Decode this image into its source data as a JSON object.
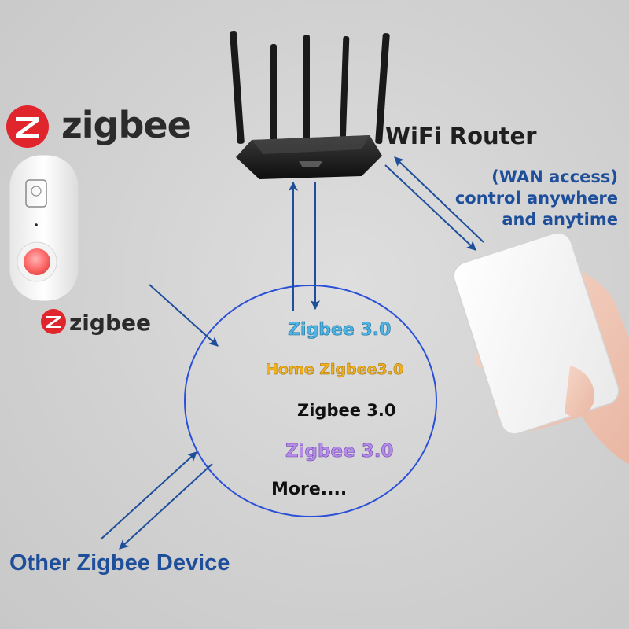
{
  "brand": {
    "logo_text": "zigbee",
    "logo_color": "#e0262c"
  },
  "router": {
    "label": "WiFi Router"
  },
  "wan": {
    "line1": "(WAN access)",
    "line2": "control anywhere",
    "line3": "and anytime"
  },
  "protocols": [
    {
      "label": "Zigbee 3.0",
      "color": "#4fb3e3"
    },
    {
      "label": "Home Zigbee3.0",
      "color": "#f0b11d"
    },
    {
      "label": "Zigbee 3.0",
      "color": "#111111"
    },
    {
      "label": "Zigbee 3.0",
      "color": "#b48be6"
    }
  ],
  "more_label": "More....",
  "other_device_label": "Other Zigbee Device",
  "colors": {
    "arrow": "#1f4f9a",
    "circle": "#2a4fd8"
  },
  "icons": [
    "zigbee-logo-icon",
    "sos-button-device",
    "wifi-router",
    "smartphone-in-hand"
  ]
}
